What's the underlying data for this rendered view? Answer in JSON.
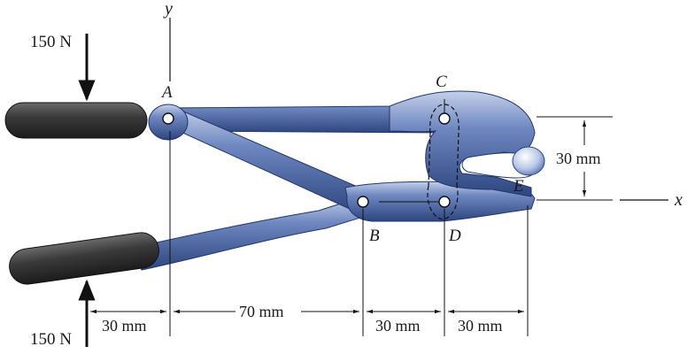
{
  "forces": {
    "top": "150 N",
    "bottom": "150 N"
  },
  "axes": {
    "y": "y",
    "x": "x"
  },
  "points": {
    "A": "A",
    "B": "B",
    "C": "C",
    "D": "D",
    "E": "E"
  },
  "dimensions": {
    "d1": "30 mm",
    "d2": "70 mm",
    "d3": "30 mm",
    "d4": "30 mm",
    "jaw_gap": "30 mm"
  },
  "colors": {
    "handle_grip": "#3a3a3a",
    "metal": "#4a6aa8",
    "metal_light": "#a8b9dc",
    "metal_dark": "#2c4479"
  }
}
